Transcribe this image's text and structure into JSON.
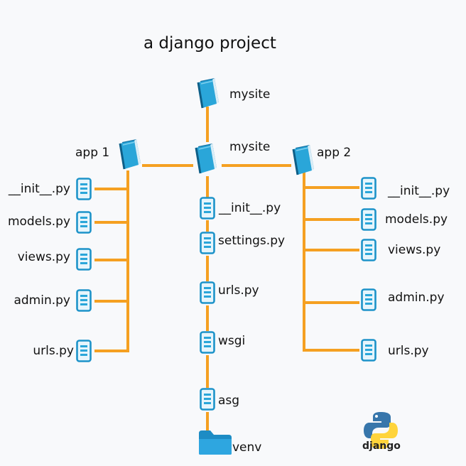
{
  "title": "a django project",
  "colors": {
    "connector": "#f5a021",
    "book": "#2aa6d9",
    "book_dark": "#1476a8",
    "file_border": "#1d93c9",
    "file_fill": "#e6f5fc",
    "folder": "#2b9fd8"
  },
  "root": {
    "label": "mysite",
    "icon": "book-icon"
  },
  "project_package": {
    "label": "mysite",
    "icon": "book-icon",
    "files": [
      {
        "label": "__init__.py",
        "icon": "file-icon"
      },
      {
        "label": "settings.py",
        "icon": "file-icon"
      },
      {
        "label": "urls.py",
        "icon": "file-icon"
      },
      {
        "label": "wsgi",
        "icon": "file-icon"
      },
      {
        "label": "asg",
        "icon": "file-icon"
      }
    ],
    "venv": {
      "label": "venv",
      "icon": "folder-icon"
    }
  },
  "app1": {
    "label": "app 1",
    "icon": "book-icon",
    "files": [
      {
        "label": "__init__.py",
        "icon": "file-icon"
      },
      {
        "label": "models.py",
        "icon": "file-icon"
      },
      {
        "label": "views.py",
        "icon": "file-icon"
      },
      {
        "label": "admin.py",
        "icon": "file-icon"
      },
      {
        "label": "urls.py",
        "icon": "file-icon"
      }
    ]
  },
  "app2": {
    "label": "app  2",
    "icon": "book-icon",
    "files": [
      {
        "label": "__init__.py",
        "icon": "file-icon"
      },
      {
        "label": "models.py",
        "icon": "file-icon"
      },
      {
        "label": "views.py",
        "icon": "file-icon"
      },
      {
        "label": "admin.py",
        "icon": "file-icon"
      },
      {
        "label": "urls.py",
        "icon": "file-icon"
      }
    ]
  },
  "logo": {
    "text": "django",
    "icon": "python-logo-icon"
  }
}
